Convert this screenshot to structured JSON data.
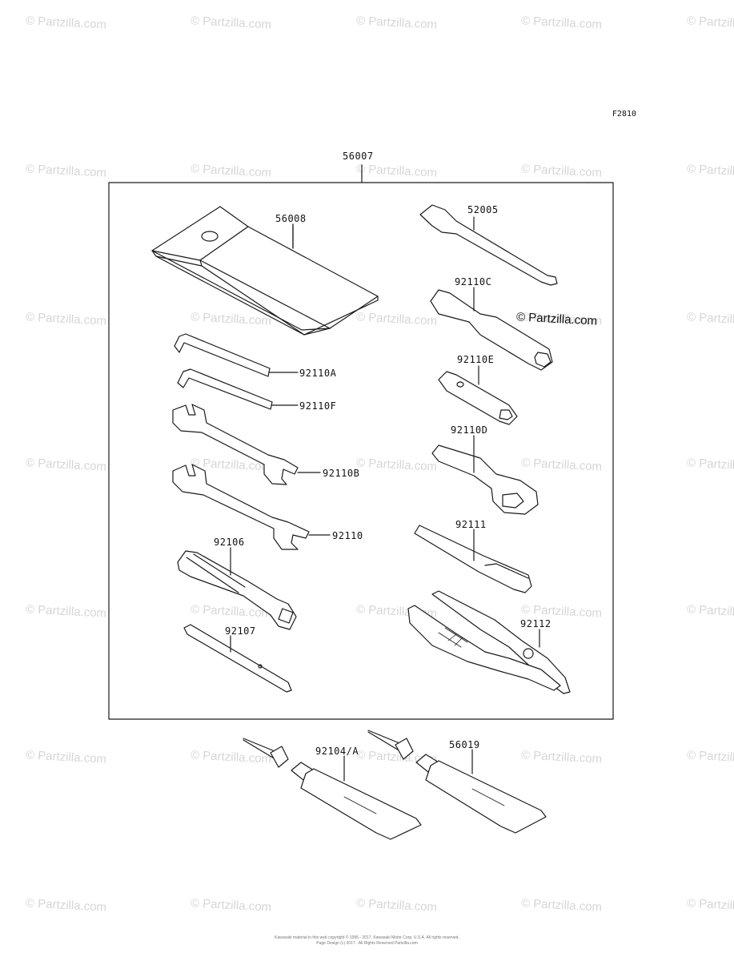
{
  "watermark": "© Partzilla.com",
  "figure_code": "F2810",
  "site_stamp": "© Partzilla.com",
  "footer": {
    "line1": "Kawasaki material in this web copyright © 1996 - 2017, Kawasaki Motor Corp, U.S.A. All rights reserved.",
    "line2": "Page Design (c) 2017 - All Rights Reserved Partzilla.com"
  },
  "parts": {
    "kit": "56007",
    "pouch": "56008",
    "extension_bar": "52005",
    "socket_wrench_c": "92110C",
    "hex_key_a": "92110A",
    "socket_wrench_e": "92110E",
    "hex_key_f": "92110F",
    "box_wrench_d": "92110D",
    "open_wrench_b": "92110B",
    "open_wrench": "92110",
    "handle_bar": "92111",
    "screwdriver_grip": "92106",
    "pliers": "92112",
    "screwdriver_bit": "92107",
    "grease_tube_a": "92104/A",
    "grease_tube_b": "56019"
  }
}
